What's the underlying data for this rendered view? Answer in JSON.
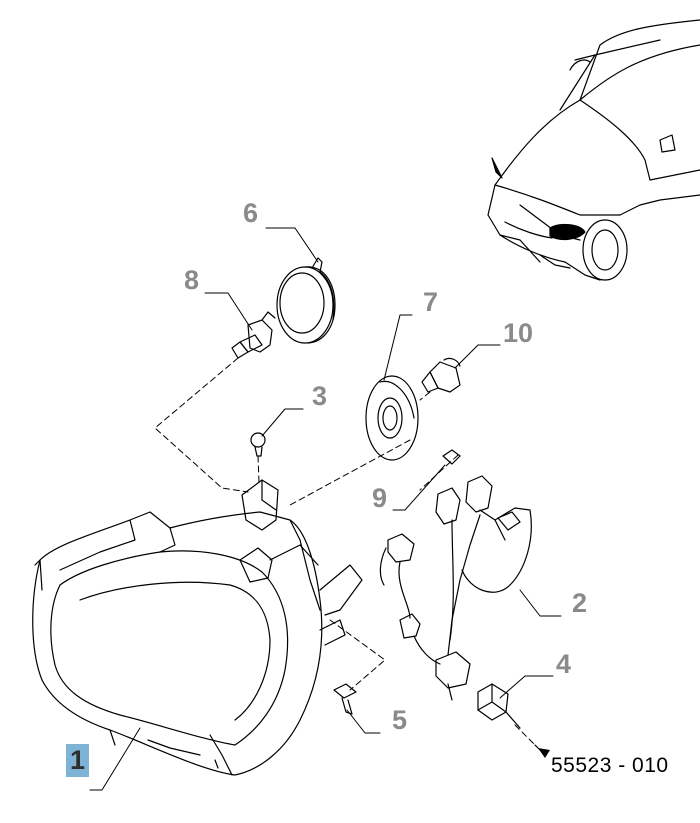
{
  "callouts": [
    {
      "id": "1",
      "highlighted": true
    },
    {
      "id": "2"
    },
    {
      "id": "3"
    },
    {
      "id": "4"
    },
    {
      "id": "5"
    },
    {
      "id": "6"
    },
    {
      "id": "7"
    },
    {
      "id": "8"
    },
    {
      "id": "9"
    },
    {
      "id": "10"
    }
  ],
  "reference_code": "55523 - 010",
  "colors": {
    "highlight": "#7fb3d5",
    "callout_text": "#8a8a8a",
    "line": "#000000"
  }
}
